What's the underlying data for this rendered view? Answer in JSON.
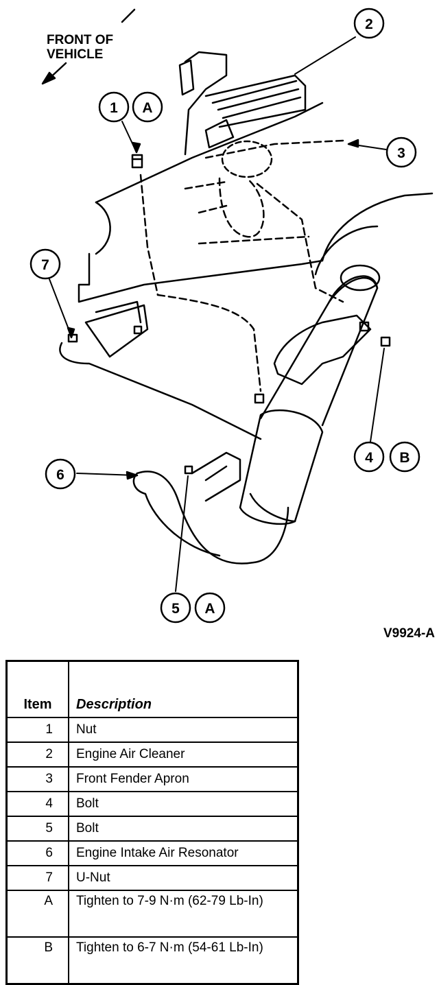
{
  "diagram": {
    "front_label_line1": "FRONT OF",
    "front_label_line2": "VEHICLE",
    "figure_id": "V9924-A",
    "callouts": {
      "c1": "1",
      "c1a": "A",
      "c2": "2",
      "c3": "3",
      "c4": "4",
      "c4b": "B",
      "c5": "5",
      "c5a": "A",
      "c6": "6",
      "c7": "7"
    }
  },
  "table": {
    "header_item": "Item",
    "header_description": "Description",
    "rows": [
      {
        "item": "1",
        "description": "Nut"
      },
      {
        "item": "2",
        "description": "Engine Air Cleaner"
      },
      {
        "item": "3",
        "description": "Front Fender Apron"
      },
      {
        "item": "4",
        "description": "Bolt"
      },
      {
        "item": "5",
        "description": "Bolt"
      },
      {
        "item": "6",
        "description": "Engine Intake Air Resonator"
      },
      {
        "item": "7",
        "description": "U-Nut"
      },
      {
        "item": "A",
        "description": "Tighten to 7-9 N·m (62-79 Lb-In)"
      },
      {
        "item": "B",
        "description": "Tighten to 6-7 N·m (54-61 Lb-In)"
      }
    ]
  }
}
